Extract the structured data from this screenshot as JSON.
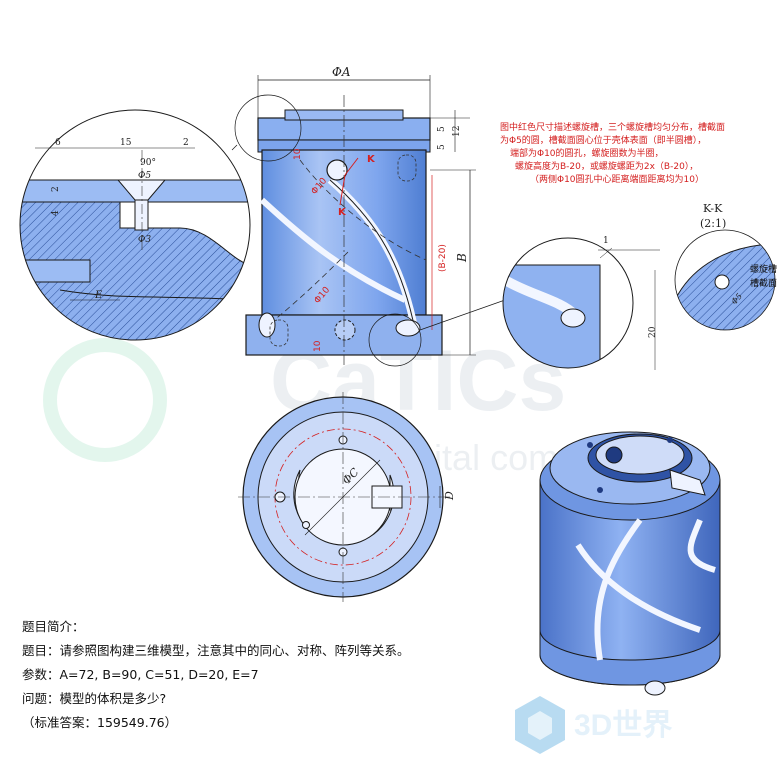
{
  "watermark": {
    "brand": "CaTICs",
    "tagline": "CAD digital competition",
    "corner_brand": "3D世界"
  },
  "dimensions": {
    "phi_a": "ΦA",
    "d12": "12",
    "d5a": "5",
    "d5b": "5",
    "d6": "6",
    "d15": "15",
    "d2": "2",
    "angle": "90°",
    "phi5": "Φ5",
    "d2v": "2",
    "d4": "4",
    "phi3": "Φ3",
    "e": "E",
    "b": "B",
    "b20": "(B-20)",
    "phi10a": "Φ10",
    "phi10b": "Φ10",
    "d10a": "10",
    "d10b": "10",
    "k_top": "K",
    "k_bot": "K",
    "d1": "1",
    "d20": "20",
    "phi_c": "ΦC",
    "d": "D"
  },
  "note": [
    "图中红色尺寸描述螺旋槽，三个螺旋槽均匀分布，槽截面",
    "为Φ5的圆，槽截面圆心位于壳体表面（即半圆槽），",
    "端部为Φ10的圆孔，螺旋圈数为半圈，",
    "螺旋高度为B-20，或螺旋螺距为2x（B-20），",
    "（两侧Φ10圆孔中心距离端面距离均为10）"
  ],
  "section": {
    "title": "K-K",
    "scale": "(2:1)",
    "label1": "螺旋槽",
    "label2": "槽截面",
    "phi5": "Φ5"
  },
  "problem": {
    "heading": "题目简介：",
    "task": "题目：请参照图构建三维模型，注意其中的同心、对称、阵列等关系。",
    "params": "参数：A=72,  B=90,  C=51,  D=20,  E=7",
    "question": "问题：模型的体积是多少?",
    "answer": "（标准答案：159549.76）"
  },
  "colors": {
    "body": "#7fa8f0",
    "body_dark": "#5a86d6",
    "body_light": "#b7cdf6",
    "outline": "#1a1a1a",
    "annotation_red": "#d42020"
  }
}
